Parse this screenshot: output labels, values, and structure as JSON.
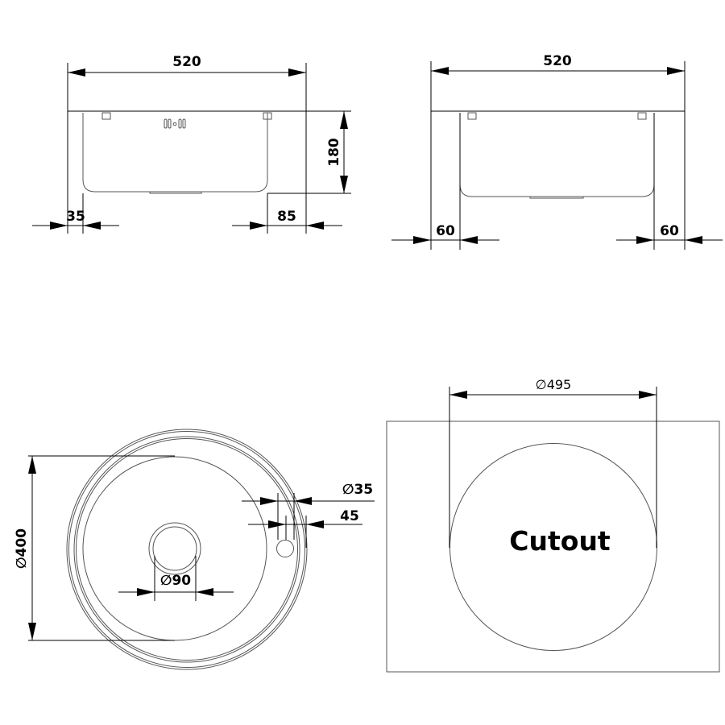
{
  "front_view": {
    "width_label": "520",
    "height_label": "180",
    "left_offset_label": "35",
    "right_offset_label": "85"
  },
  "side_view": {
    "width_label": "520",
    "left_offset_label": "60",
    "right_offset_label": "60"
  },
  "top_view": {
    "diameter_label": "∅400",
    "tap_hole_label": "∅35",
    "tap_offset_label": "45",
    "drain_label": "∅90"
  },
  "cutout_view": {
    "diameter_label": "∅495",
    "title": "Cutout"
  }
}
